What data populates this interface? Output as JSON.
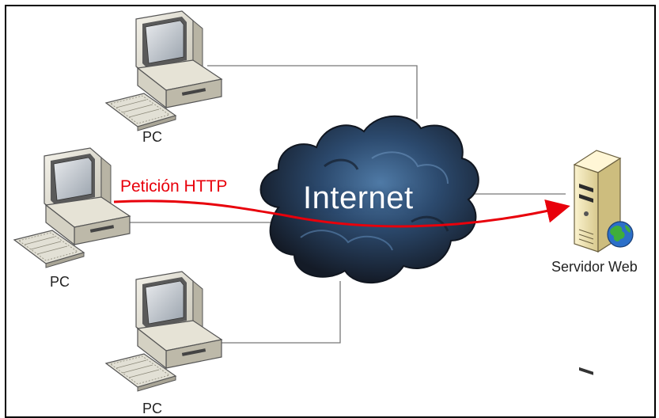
{
  "nodes": {
    "pc_top": {
      "label": "PC"
    },
    "pc_left": {
      "label": "PC"
    },
    "pc_bottom": {
      "label": "PC"
    },
    "server": {
      "label": "Servidor Web"
    },
    "cloud": {
      "label": "Internet"
    }
  },
  "request": {
    "label": "Petición HTTP"
  },
  "colors": {
    "request_arrow": "#e8000b",
    "cloud_dark": "#1a2333",
    "cloud_light": "#3f6a95",
    "link_line": "#777777"
  }
}
